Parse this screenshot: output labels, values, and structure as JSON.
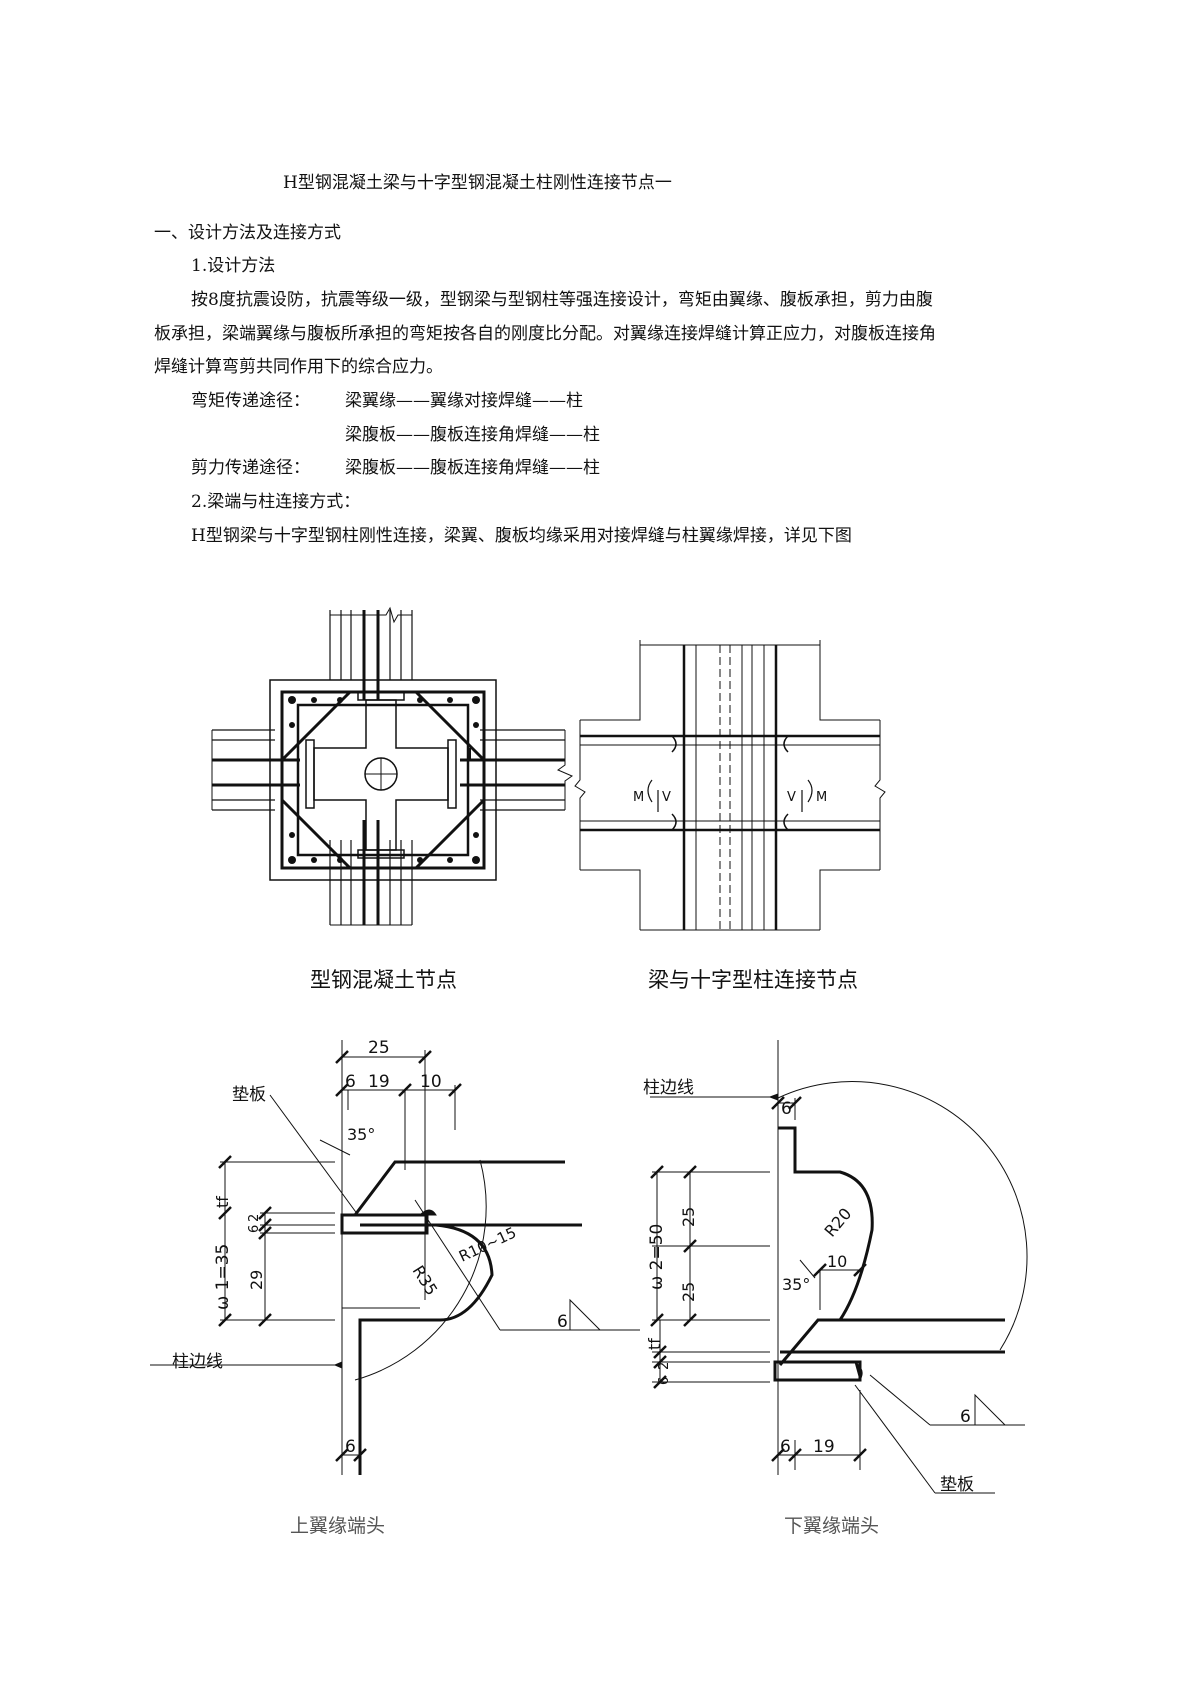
{
  "doc": {
    "title": "H型钢混凝土梁与十字型钢混凝土柱刚性连接节点一",
    "section1": "一、设计方法及连接方式",
    "sub1": "1.设计方法",
    "para1_line1": "按8度抗震设防，抗震等级一级，型钢梁与型钢柱等强连接设计，弯矩由翼缘、腹板承担，剪力由腹",
    "para1_line2": "板承担，梁端翼缘与腹板所承担的弯矩按各自的刚度比分配。对翼缘连接焊缝计算正应力，对腹板连接角",
    "para1_line3": "焊缝计算弯剪共同作用下的综合应力。",
    "moment_path_label": "弯矩传递途径：",
    "moment_path_1": "梁翼缘——翼缘对接焊缝——柱",
    "moment_path_2": "梁腹板——腹板连接角焊缝——柱",
    "shear_path_label": "剪力传递途径：",
    "shear_path_1": "梁腹板——腹板连接角焊缝——柱",
    "sub2": "2.梁端与柱连接方式：",
    "para2": "H型钢梁与十字型钢柱刚性连接，梁翼、腹板均缘采用对接焊缝与柱翼缘焊接，详见下图"
  },
  "figures": {
    "fig1_caption": "型钢混凝土节点",
    "fig2_caption": "梁与十字型柱连接节点",
    "fig2_left_M": "M",
    "fig2_left_V": "V",
    "fig2_right_V": "V",
    "fig2_right_M": "M",
    "fig3_caption": "上翼缘端头",
    "fig4_caption": "下翼缘端头"
  },
  "upper_flange_detail": {
    "dim_25": "25",
    "dim_6": "6",
    "dim_19": "19",
    "dim_10": "10",
    "angle": "35°",
    "label_pad": "垫板",
    "label_column_edge": "柱边线",
    "dim_tf": "tf",
    "dim_6b": "6",
    "dim_2": "2",
    "dim_omega": "ω 1=35",
    "dim_29": "29",
    "radius_1": "R10~15",
    "radius_2": "R35",
    "weld_size": "6",
    "dim_bottom_6": "6"
  },
  "lower_flange_detail": {
    "label_column_edge": "柱边线",
    "dim_6_top": "6",
    "radius": "R20",
    "dim_25a": "25",
    "dim_25b": "25",
    "dim_omega": "ω 2=50",
    "dim_10": "10",
    "angle": "35°",
    "dim_tf": "tf",
    "dim_2": "2",
    "dim_6": "6",
    "weld_size": "6",
    "dim_bottom_6": "6",
    "dim_bottom_19": "19",
    "label_pad": "垫板"
  }
}
